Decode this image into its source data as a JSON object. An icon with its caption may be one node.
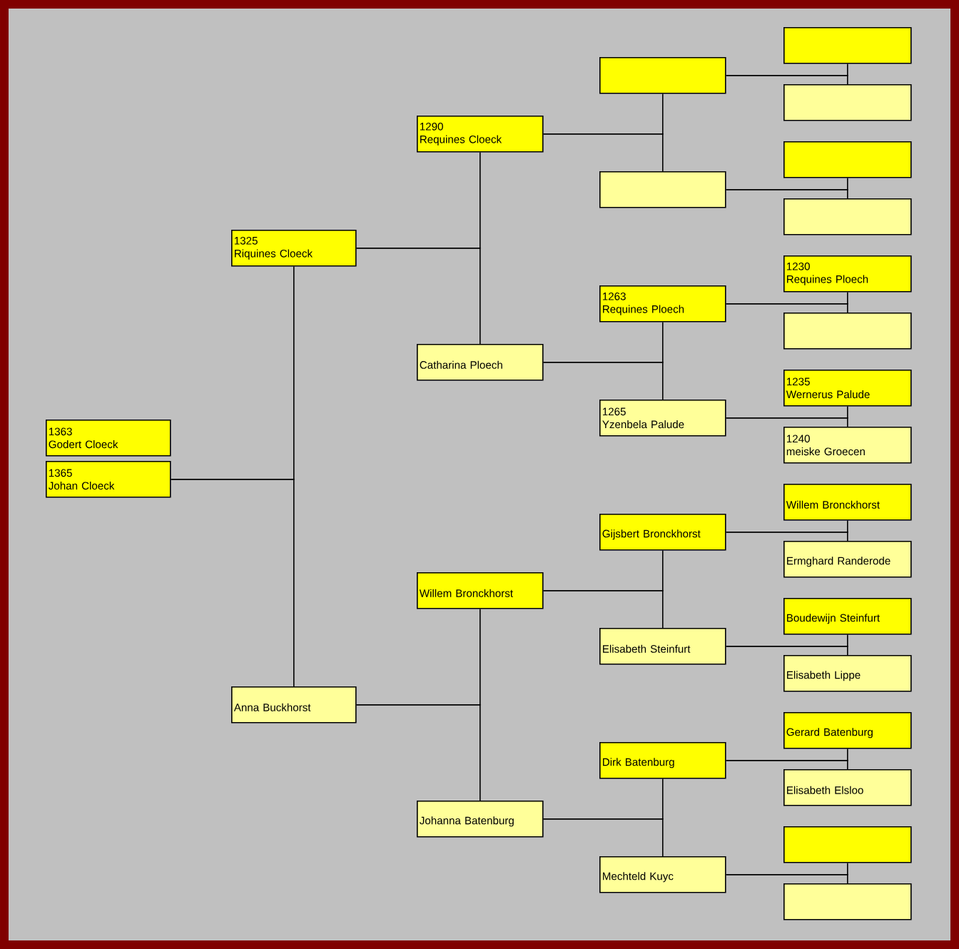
{
  "diagram": {
    "nodes": [
      {
        "text": [
          "1363",
          "Godert Cloeck"
        ]
      },
      {
        "text": [
          "1365",
          "Johan Cloeck"
        ]
      },
      {
        "text": [
          "1325",
          "Riquines Cloeck"
        ]
      },
      {
        "text": [
          "Anna Buckhorst"
        ]
      },
      {
        "text": [
          "1290",
          "Requines Cloeck"
        ]
      },
      {
        "text": [
          "Catharina Ploech"
        ]
      },
      {
        "text": [
          "Willem Bronckhorst"
        ]
      },
      {
        "text": [
          "Johanna Batenburg"
        ]
      },
      {
        "text": [],
        "shape": "box"
      },
      {
        "text": [],
        "shape": "box"
      },
      {
        "text": [
          "1263",
          "Requines Ploech"
        ]
      },
      {
        "text": [
          "1265",
          "Yzenbela Palude"
        ]
      },
      {
        "text": [
          "Gijsbert Bronckhorst"
        ]
      },
      {
        "text": [
          "Elisabeth Steinfurt"
        ]
      },
      {
        "text": [
          "Dirk Batenburg"
        ]
      },
      {
        "text": [
          "Mechteld Kuyc"
        ]
      },
      {
        "text": [],
        "shape": "box"
      },
      {
        "text": [],
        "shape": "box"
      },
      {
        "text": [],
        "shape": "box"
      },
      {
        "text": [],
        "shape": "box"
      },
      {
        "text": [
          "1230",
          "Requines Ploech"
        ]
      },
      {
        "text": [],
        "shape": "box"
      },
      {
        "text": [
          "1235",
          "Wernerus Palude"
        ]
      },
      {
        "text": [
          "1240",
          "meiske Groecen"
        ]
      },
      {
        "text": [
          "Willem Bronckhorst"
        ]
      },
      {
        "text": [
          "Ermghard Randerode"
        ]
      },
      {
        "text": [
          "Boudewijn Steinfurt"
        ]
      },
      {
        "text": [
          "Elisabeth Lippe"
        ]
      },
      {
        "text": [
          "Gerard Batenburg"
        ]
      },
      {
        "text": [
          "Elisabeth Elsloo"
        ]
      },
      {
        "text": [],
        "shape": "box"
      },
      {
        "text": [],
        "shape": "box"
      }
    ],
    "edges": [
      {
        "from": 1,
        "to": 2,
        "arrow": "none"
      },
      {
        "from": 1,
        "to": 3,
        "arrow": "none"
      },
      {
        "from": 2,
        "to": 4,
        "arrow": "none"
      },
      {
        "from": 2,
        "to": 5,
        "arrow": "none"
      },
      {
        "from": 3,
        "to": 6,
        "arrow": "none"
      },
      {
        "from": 3,
        "to": 7,
        "arrow": "none"
      },
      {
        "from": 4,
        "to": 8,
        "arrow": "none"
      },
      {
        "from": 4,
        "to": 9,
        "arrow": "none"
      },
      {
        "from": 5,
        "to": 10,
        "arrow": "none"
      },
      {
        "from": 5,
        "to": 11,
        "arrow": "none"
      },
      {
        "from": 6,
        "to": 12,
        "arrow": "none"
      },
      {
        "from": 6,
        "to": 13,
        "arrow": "none"
      },
      {
        "from": 7,
        "to": 14,
        "arrow": "none"
      },
      {
        "from": 7,
        "to": 15,
        "arrow": "none"
      },
      {
        "from": 8,
        "to": 16,
        "arrow": "none"
      },
      {
        "from": 8,
        "to": 17,
        "arrow": "none"
      },
      {
        "from": 9,
        "to": 18,
        "arrow": "none"
      },
      {
        "from": 9,
        "to": 19,
        "arrow": "none"
      },
      {
        "from": 10,
        "to": 20,
        "arrow": "none"
      },
      {
        "from": 10,
        "to": 21,
        "arrow": "none"
      },
      {
        "from": 11,
        "to": 22,
        "arrow": "none"
      },
      {
        "from": 11,
        "to": 23,
        "arrow": "none"
      },
      {
        "from": 12,
        "to": 24,
        "arrow": "none"
      },
      {
        "from": 12,
        "to": 25,
        "arrow": "none"
      },
      {
        "from": 13,
        "to": 26,
        "arrow": "none"
      },
      {
        "from": 13,
        "to": 27,
        "arrow": "none"
      },
      {
        "from": 14,
        "to": 28,
        "arrow": "none"
      },
      {
        "from": 14,
        "to": 29,
        "arrow": "none"
      },
      {
        "from": 15,
        "to": 30,
        "arrow": "none"
      },
      {
        "from": 15,
        "to": 31,
        "arrow": "none"
      }
    ]
  }
}
